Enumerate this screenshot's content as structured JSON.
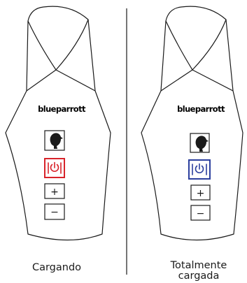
{
  "brand": "blueparrott",
  "colors": {
    "line": "#1a1a1a",
    "charging_power": "#d8232a",
    "charged_power": "#2b3f9e"
  },
  "devices": [
    {
      "key": "charging",
      "state_label": "Cargando",
      "power_icon": "power-icon",
      "power_color": "#d8232a",
      "plus_symbol": "+",
      "minus_symbol": "−"
    },
    {
      "key": "charged",
      "state_label_line1": "Totalmente",
      "state_label_line2": "cargada",
      "power_icon": "power-icon",
      "power_color": "#2b3f9e",
      "plus_symbol": "+",
      "minus_symbol": "−"
    }
  ]
}
